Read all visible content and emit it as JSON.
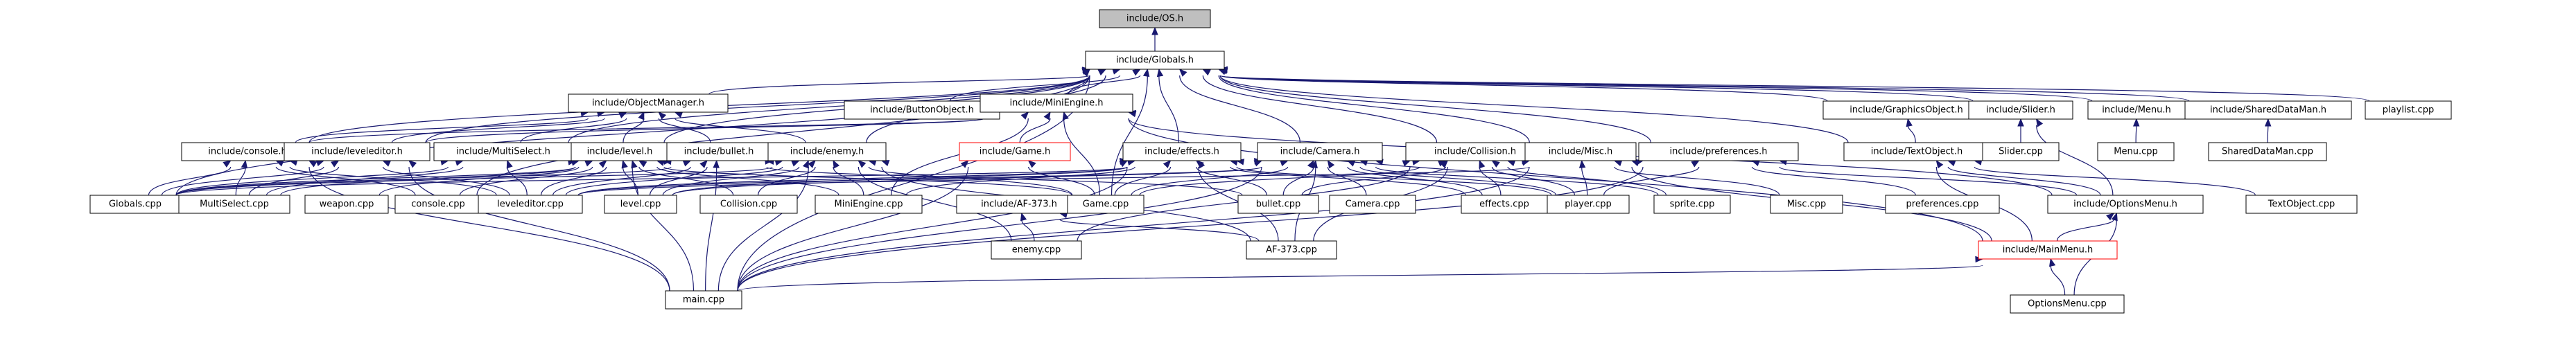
{
  "diagram": {
    "type": "include-dependency-graph",
    "colors": {
      "edge": "#191970",
      "node_border": "#000000",
      "root_fill": "#bfbfbf",
      "incomplete_border": "#ff0000",
      "background": "#ffffff"
    },
    "nodes": [
      {
        "id": "os",
        "label": "include/OS.h",
        "style": "root"
      },
      {
        "id": "globals_h",
        "label": "include/Globals.h"
      },
      {
        "id": "objmgr",
        "label": "include/ObjectManager.h"
      },
      {
        "id": "buttonobj",
        "label": "include/ButtonObject.h"
      },
      {
        "id": "miniengine_h",
        "label": "include/MiniEngine.h"
      },
      {
        "id": "graphicsobj",
        "label": "include/GraphicsObject.h"
      },
      {
        "id": "slider_h",
        "label": "include/Slider.h"
      },
      {
        "id": "menu_h",
        "label": "include/Menu.h"
      },
      {
        "id": "shareddataman_h",
        "label": "include/SharedDataMan.h"
      },
      {
        "id": "playlist_cpp",
        "label": "playlist.cpp"
      },
      {
        "id": "console_h",
        "label": "include/console.h"
      },
      {
        "id": "leveleditor_h",
        "label": "include/leveleditor.h"
      },
      {
        "id": "multiselect_h",
        "label": "include/MultiSelect.h"
      },
      {
        "id": "level_h",
        "label": "include/level.h"
      },
      {
        "id": "bullet_h",
        "label": "include/bullet.h"
      },
      {
        "id": "enemy_h",
        "label": "include/enemy.h"
      },
      {
        "id": "game_h",
        "label": "include/Game.h",
        "style": "red"
      },
      {
        "id": "effects_h",
        "label": "include/effects.h"
      },
      {
        "id": "camera_h",
        "label": "include/Camera.h"
      },
      {
        "id": "collision_h",
        "label": "include/Collision.h"
      },
      {
        "id": "misc_h",
        "label": "include/Misc.h"
      },
      {
        "id": "prefs_h",
        "label": "include/preferences.h"
      },
      {
        "id": "textobject_h",
        "label": "include/TextObject.h"
      },
      {
        "id": "slider_cpp",
        "label": "Slider.cpp"
      },
      {
        "id": "menu_cpp",
        "label": "Menu.cpp"
      },
      {
        "id": "shareddataman_cpp",
        "label": "SharedDataMan.cpp"
      },
      {
        "id": "globals_cpp",
        "label": "Globals.cpp"
      },
      {
        "id": "multiselect_cpp",
        "label": "MultiSelect.cpp"
      },
      {
        "id": "weapon_cpp",
        "label": "weapon.cpp"
      },
      {
        "id": "console_cpp",
        "label": "console.cpp"
      },
      {
        "id": "leveleditor_cpp",
        "label": "leveleditor.cpp"
      },
      {
        "id": "level_cpp",
        "label": "level.cpp"
      },
      {
        "id": "collision_cpp",
        "label": "Collision.cpp"
      },
      {
        "id": "miniengine_cpp",
        "label": "MiniEngine.cpp"
      },
      {
        "id": "af373_h",
        "label": "include/AF-373.h"
      },
      {
        "id": "game_cpp",
        "label": "Game.cpp"
      },
      {
        "id": "bullet_cpp",
        "label": "bullet.cpp"
      },
      {
        "id": "camera_cpp",
        "label": "Camera.cpp"
      },
      {
        "id": "effects_cpp",
        "label": "effects.cpp"
      },
      {
        "id": "player_cpp",
        "label": "player.cpp"
      },
      {
        "id": "sprite_cpp",
        "label": "sprite.cpp"
      },
      {
        "id": "misc_cpp",
        "label": "Misc.cpp"
      },
      {
        "id": "preferences_cpp",
        "label": "preferences.cpp"
      },
      {
        "id": "optionsmenu_h",
        "label": "include/OptionsMenu.h"
      },
      {
        "id": "textobject_cpp",
        "label": "TextObject.cpp"
      },
      {
        "id": "enemy_cpp",
        "label": "enemy.cpp"
      },
      {
        "id": "af373_cpp",
        "label": "AF-373.cpp"
      },
      {
        "id": "mainmenu_h",
        "label": "include/MainMenu.h",
        "style": "red"
      },
      {
        "id": "main_cpp",
        "label": "main.cpp"
      },
      {
        "id": "optionsmenu_cpp",
        "label": "OptionsMenu.cpp"
      }
    ],
    "edges": [
      [
        "os",
        "globals_h"
      ],
      [
        "globals_h",
        "objmgr"
      ],
      [
        "globals_h",
        "buttonobj"
      ],
      [
        "globals_h",
        "miniengine_h"
      ],
      [
        "globals_h",
        "graphicsobj"
      ],
      [
        "globals_h",
        "slider_h"
      ],
      [
        "globals_h",
        "menu_h"
      ],
      [
        "globals_h",
        "shareddataman_h"
      ],
      [
        "globals_h",
        "playlist_cpp"
      ],
      [
        "globals_h",
        "console_h"
      ],
      [
        "globals_h",
        "leveleditor_h"
      ],
      [
        "globals_h",
        "multiselect_h"
      ],
      [
        "globals_h",
        "level_h"
      ],
      [
        "globals_h",
        "enemy_h"
      ],
      [
        "globals_h",
        "effects_h"
      ],
      [
        "globals_h",
        "camera_h"
      ],
      [
        "globals_h",
        "collision_h"
      ],
      [
        "globals_h",
        "misc_h"
      ],
      [
        "globals_h",
        "prefs_h"
      ],
      [
        "globals_h",
        "textobject_h"
      ],
      [
        "globals_h",
        "globals_cpp"
      ],
      [
        "globals_h",
        "console_cpp"
      ],
      [
        "globals_h",
        "game_cpp"
      ],
      [
        "globals_h",
        "main_cpp"
      ],
      [
        "objmgr",
        "console_h"
      ],
      [
        "objmgr",
        "leveleditor_h"
      ],
      [
        "objmgr",
        "multiselect_h"
      ],
      [
        "objmgr",
        "level_h"
      ],
      [
        "objmgr",
        "bullet_h"
      ],
      [
        "objmgr",
        "enemy_h"
      ],
      [
        "miniengine_h",
        "console_h"
      ],
      [
        "miniengine_h",
        "leveleditor_h"
      ],
      [
        "miniengine_h",
        "game_h"
      ],
      [
        "miniengine_h",
        "miniengine_cpp"
      ],
      [
        "miniengine_h",
        "game_cpp"
      ],
      [
        "miniengine_h",
        "mainmenu_h"
      ],
      [
        "miniengine_h",
        "optionsmenu_h"
      ],
      [
        "graphicsobj",
        "textobject_h"
      ],
      [
        "slider_h",
        "slider_cpp"
      ],
      [
        "slider_h",
        "optionsmenu_h"
      ],
      [
        "menu_h",
        "menu_cpp"
      ],
      [
        "shareddataman_h",
        "shareddataman_cpp"
      ],
      [
        "textobject_h",
        "textobject_cpp"
      ],
      [
        "textobject_h",
        "optionsmenu_h"
      ],
      [
        "textobject_h",
        "mainmenu_h"
      ],
      [
        "console_h",
        "globals_cpp"
      ],
      [
        "console_h",
        "multiselect_cpp"
      ],
      [
        "console_h",
        "console_cpp"
      ],
      [
        "console_h",
        "leveleditor_cpp"
      ],
      [
        "console_h",
        "main_cpp"
      ],
      [
        "leveleditor_h",
        "globals_cpp"
      ],
      [
        "leveleditor_h",
        "multiselect_cpp"
      ],
      [
        "leveleditor_h",
        "leveleditor_cpp"
      ],
      [
        "leveleditor_h",
        "main_cpp"
      ],
      [
        "multiselect_h",
        "multiselect_cpp"
      ],
      [
        "multiselect_h",
        "leveleditor_cpp"
      ],
      [
        "multiselect_h",
        "globals_cpp"
      ],
      [
        "level_h",
        "globals_cpp"
      ],
      [
        "level_h",
        "multiselect_cpp"
      ],
      [
        "level_h",
        "weapon_cpp"
      ],
      [
        "level_h",
        "console_cpp"
      ],
      [
        "level_h",
        "leveleditor_cpp"
      ],
      [
        "level_h",
        "level_cpp"
      ],
      [
        "level_h",
        "collision_cpp"
      ],
      [
        "level_h",
        "miniengine_cpp"
      ],
      [
        "level_h",
        "game_cpp"
      ],
      [
        "level_h",
        "main_cpp"
      ],
      [
        "bullet_h",
        "globals_cpp"
      ],
      [
        "bullet_h",
        "leveleditor_cpp"
      ],
      [
        "bullet_h",
        "level_cpp"
      ],
      [
        "bullet_h",
        "bullet_cpp"
      ],
      [
        "bullet_h",
        "main_cpp"
      ],
      [
        "enemy_h",
        "globals_cpp"
      ],
      [
        "enemy_h",
        "leveleditor_cpp"
      ],
      [
        "enemy_h",
        "level_cpp"
      ],
      [
        "enemy_h",
        "collision_cpp"
      ],
      [
        "enemy_h",
        "miniengine_cpp"
      ],
      [
        "enemy_h",
        "game_cpp"
      ],
      [
        "enemy_h",
        "enemy_cpp"
      ],
      [
        "enemy_h",
        "af373_cpp"
      ],
      [
        "enemy_h",
        "main_cpp"
      ],
      [
        "game_h",
        "game_cpp"
      ],
      [
        "game_h",
        "main_cpp"
      ],
      [
        "effects_h",
        "globals_cpp"
      ],
      [
        "effects_h",
        "leveleditor_cpp"
      ],
      [
        "effects_h",
        "level_cpp"
      ],
      [
        "effects_h",
        "miniengine_cpp"
      ],
      [
        "effects_h",
        "game_cpp"
      ],
      [
        "effects_h",
        "bullet_cpp"
      ],
      [
        "effects_h",
        "effects_cpp"
      ],
      [
        "effects_h",
        "player_cpp"
      ],
      [
        "effects_h",
        "af373_cpp"
      ],
      [
        "effects_h",
        "main_cpp"
      ],
      [
        "camera_h",
        "leveleditor_cpp"
      ],
      [
        "camera_h",
        "level_cpp"
      ],
      [
        "camera_h",
        "game_cpp"
      ],
      [
        "camera_h",
        "bullet_cpp"
      ],
      [
        "camera_h",
        "camera_cpp"
      ],
      [
        "camera_h",
        "effects_cpp"
      ],
      [
        "camera_h",
        "player_cpp"
      ],
      [
        "camera_h",
        "sprite_cpp"
      ],
      [
        "camera_h",
        "af373_cpp"
      ],
      [
        "camera_h",
        "main_cpp"
      ],
      [
        "collision_h",
        "game_cpp"
      ],
      [
        "collision_h",
        "bullet_cpp"
      ],
      [
        "collision_h",
        "effects_cpp"
      ],
      [
        "collision_h",
        "player_cpp"
      ],
      [
        "collision_h",
        "sprite_cpp"
      ],
      [
        "collision_h",
        "enemy_cpp"
      ],
      [
        "collision_h",
        "af373_cpp"
      ],
      [
        "misc_h",
        "leveleditor_cpp"
      ],
      [
        "misc_h",
        "player_cpp"
      ],
      [
        "misc_h",
        "misc_cpp"
      ],
      [
        "misc_h",
        "mainmenu_h"
      ],
      [
        "misc_h",
        "main_cpp"
      ],
      [
        "prefs_h",
        "player_cpp"
      ],
      [
        "prefs_h",
        "preferences_cpp"
      ],
      [
        "prefs_h",
        "optionsmenu_h"
      ],
      [
        "prefs_h",
        "main_cpp"
      ],
      [
        "af373_h",
        "enemy_cpp"
      ],
      [
        "af373_h",
        "af373_cpp"
      ],
      [
        "optionsmenu_h",
        "mainmenu_h"
      ],
      [
        "optionsmenu_h",
        "optionsmenu_cpp"
      ],
      [
        "mainmenu_h",
        "main_cpp"
      ],
      [
        "mainmenu_h",
        "optionsmenu_cpp"
      ]
    ]
  }
}
